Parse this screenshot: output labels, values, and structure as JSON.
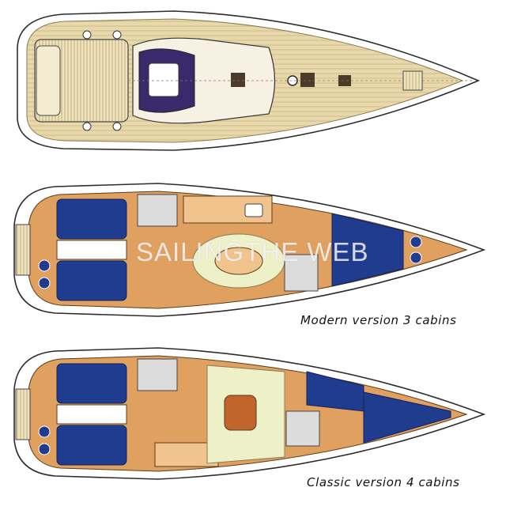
{
  "diagram": {
    "watermark": "SAILINGTHE WEB",
    "captions": {
      "modern": "Modern version 3 cabins",
      "classic": "Classic version 4 cabins"
    },
    "colors": {
      "deck": "#e8d9ad",
      "deck_stripe": "#cdb57c",
      "hull_outline": "#2c2c2c",
      "berth_blue": "#1f3c8f",
      "wood_orange": "#e0a060",
      "wood_light": "#f1c48d",
      "settee_cream": "#eef0c8",
      "table_brown": "#c0662c",
      "cockpit_purple": "#3b2a6b",
      "head_gray": "#dcdcdc"
    }
  }
}
